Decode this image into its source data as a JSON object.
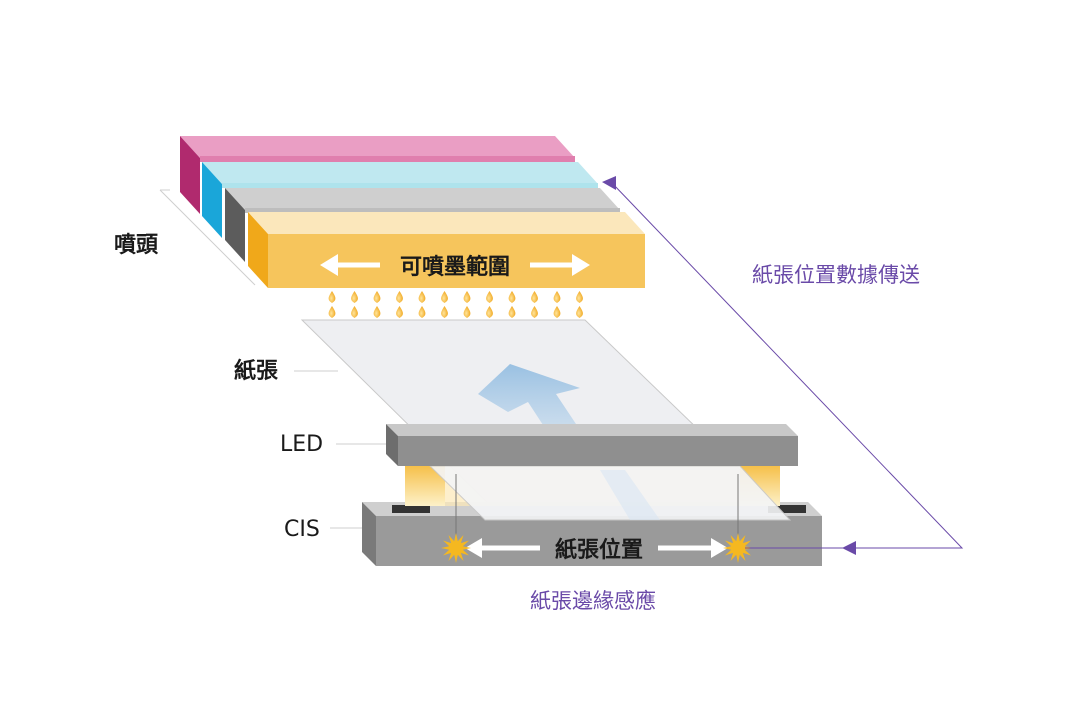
{
  "labels": {
    "nozzle": "噴頭",
    "print_range": "可噴墨範圍",
    "paper": "紙張",
    "led": "LED",
    "cis": "CIS",
    "paper_position": "紙張位置",
    "data_transfer": "紙張位置數據傳送",
    "edge_sensing": "紙張邊緣感應"
  },
  "colors": {
    "magenta": "#e07fae",
    "magenta_side": "#b02a6e",
    "cyan": "#aee3ec",
    "cyan_side": "#1aa6d9",
    "gray_bar": "#bdbdbd",
    "gray_side": "#5c5c5c",
    "yellow_bar": "#f6c55c",
    "yellow_side": "#f0a81a",
    "purple": "#6a4aa8",
    "arrow_blue": "#9cc3e4",
    "sensor_glow": "#f5b820"
  }
}
